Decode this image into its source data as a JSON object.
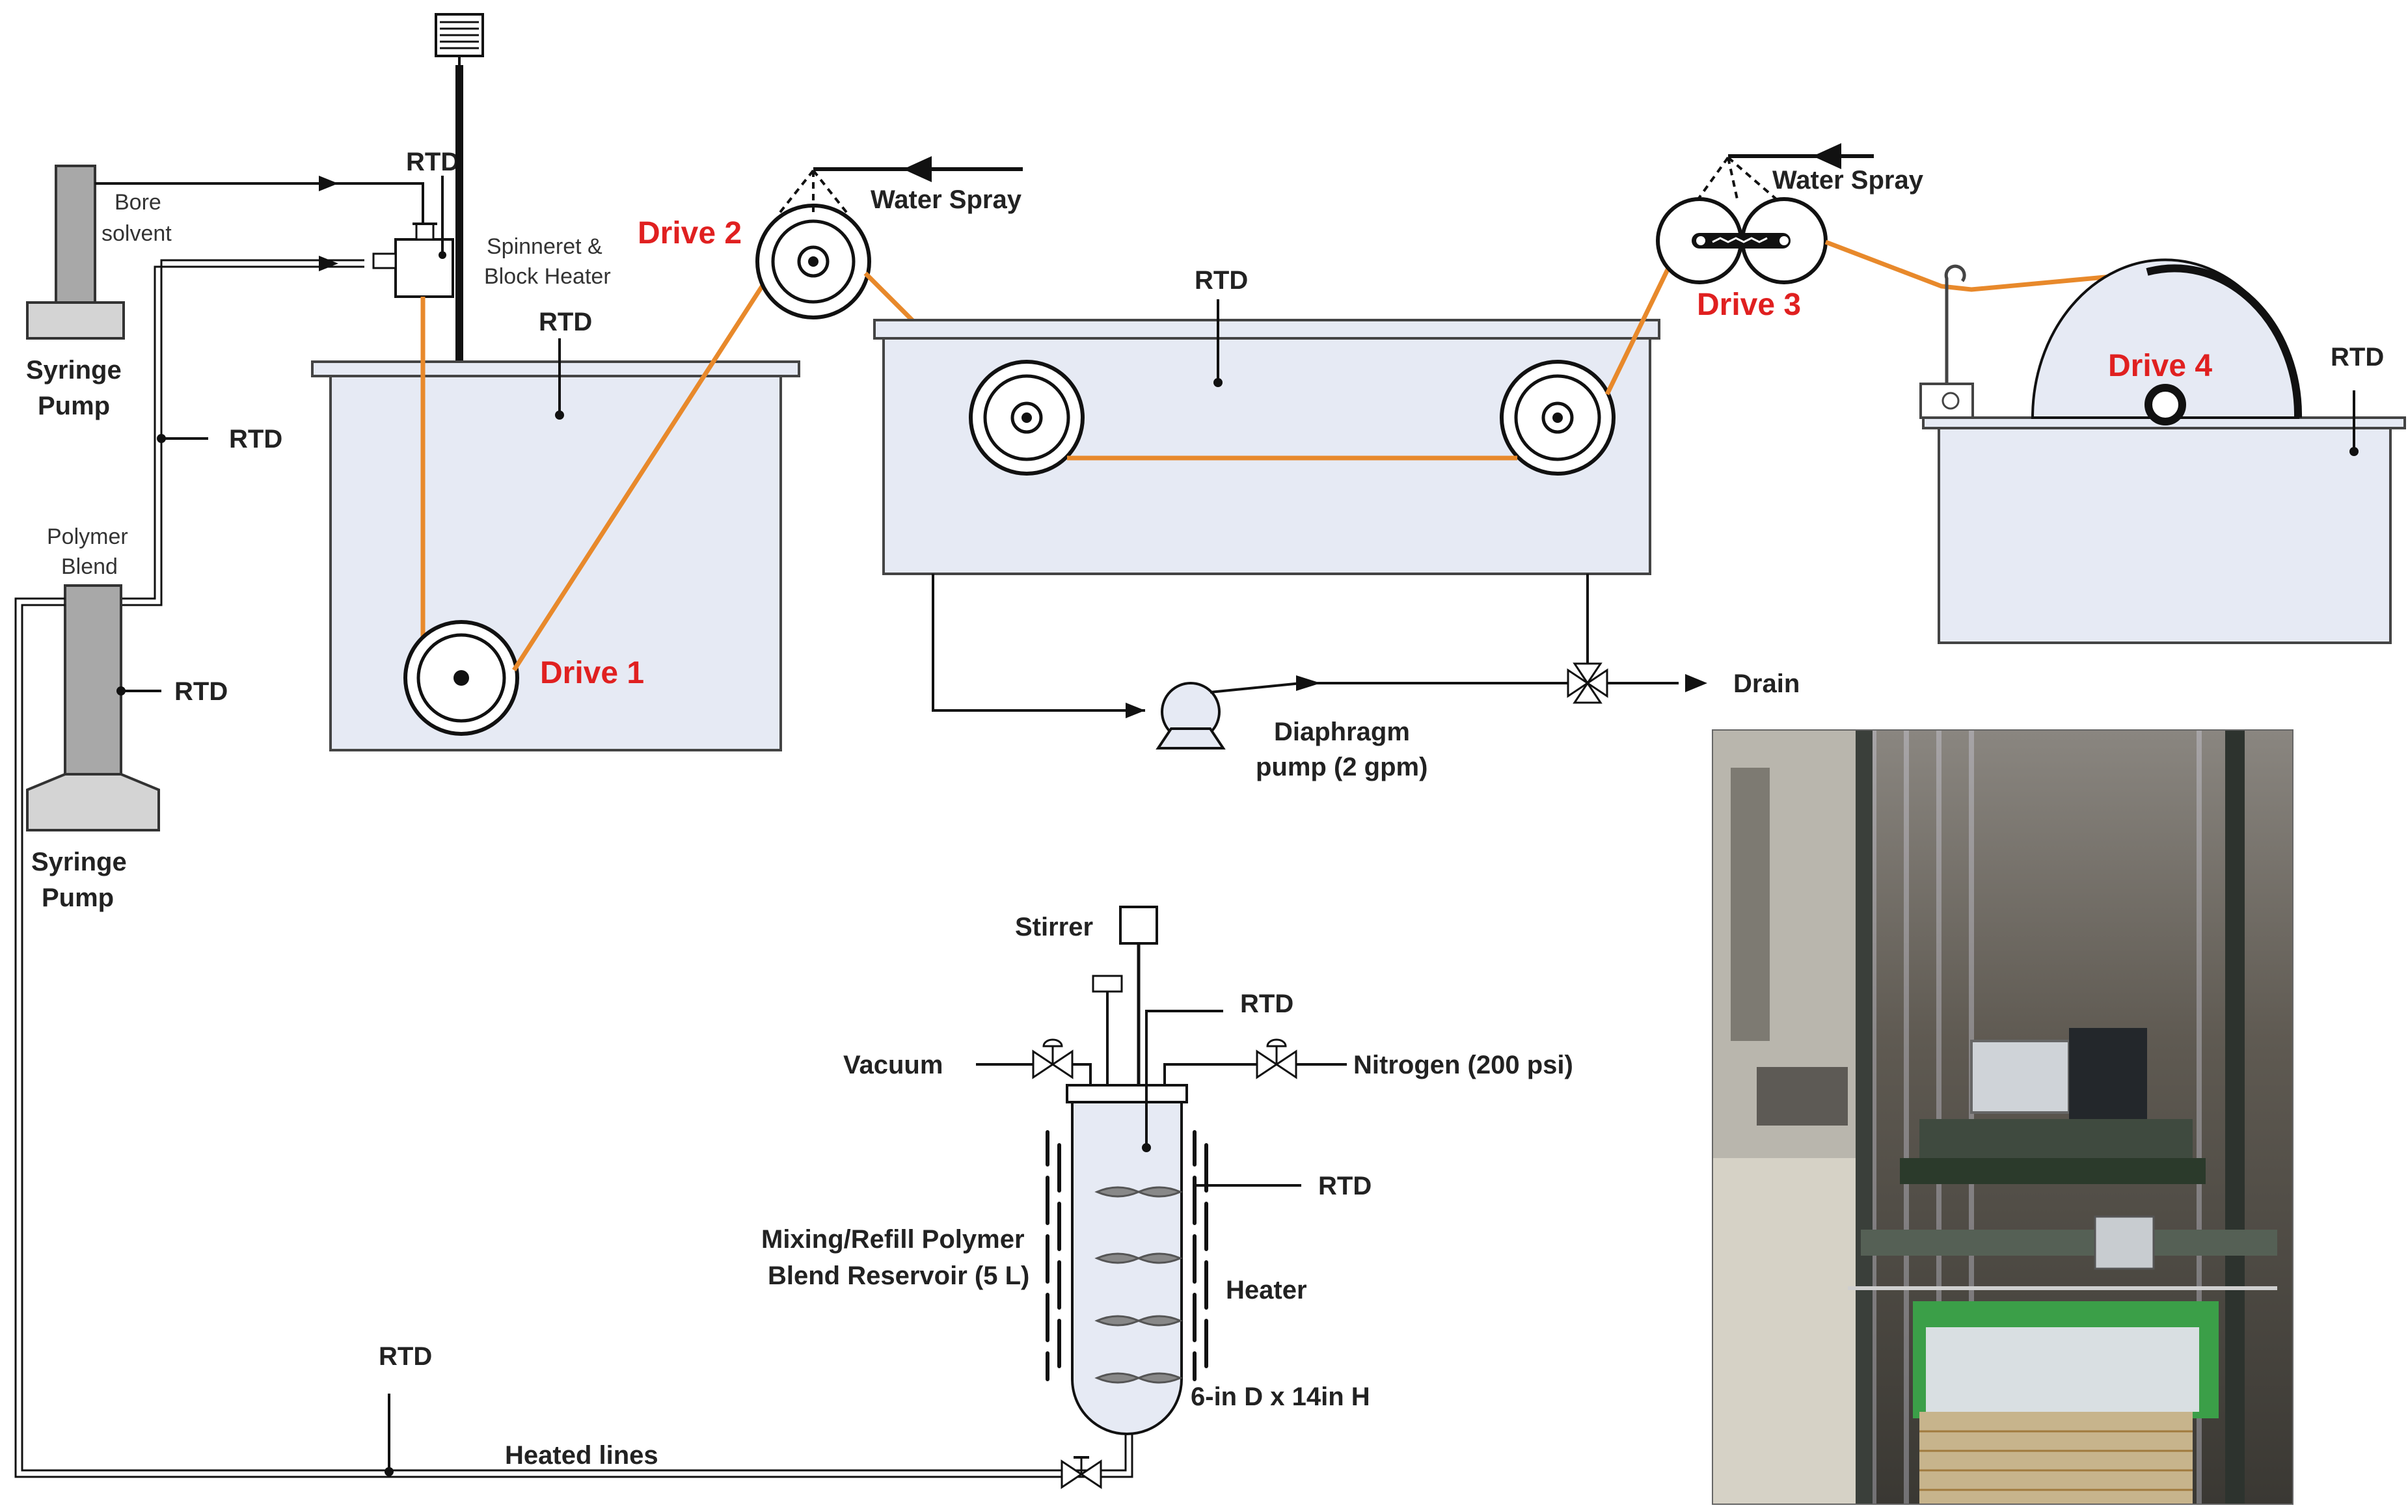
{
  "labels": {
    "syringe_pump_top": [
      "Syringe",
      "Pump"
    ],
    "syringe_pump_bottom": [
      "Syringe",
      "Pump"
    ],
    "bore_solvent": [
      "Bore",
      "solvent"
    ],
    "polymer_blend": [
      "Polymer",
      "Blend"
    ],
    "spinneret": [
      "Spinneret &",
      "Block Heater"
    ],
    "rtd": "RTD",
    "water_spray": "Water Spray",
    "drive_1": "Drive 1",
    "drive_2": "Drive 2",
    "drive_3": "Drive 3",
    "drive_4": "Drive 4",
    "drain": "Drain",
    "diaphragm_pump": [
      "Diaphragm",
      "pump (2 gpm)"
    ],
    "stirrer": "Stirrer",
    "vacuum": "Vacuum",
    "nitrogen": "Nitrogen (200 psi)",
    "reservoir": [
      "Mixing/Refill Polymer",
      "Blend Reservoir (5 L)"
    ],
    "heater": "Heater",
    "reservoir_size": "6-in D x 14in H",
    "heated_lines": "Heated lines"
  },
  "colors": {
    "drive_label": "#e02020",
    "fiber_path": "#e8892b",
    "tank_fill": "#e6eaf4"
  },
  "photo": {
    "description_icon": "spinning-line-photo"
  }
}
